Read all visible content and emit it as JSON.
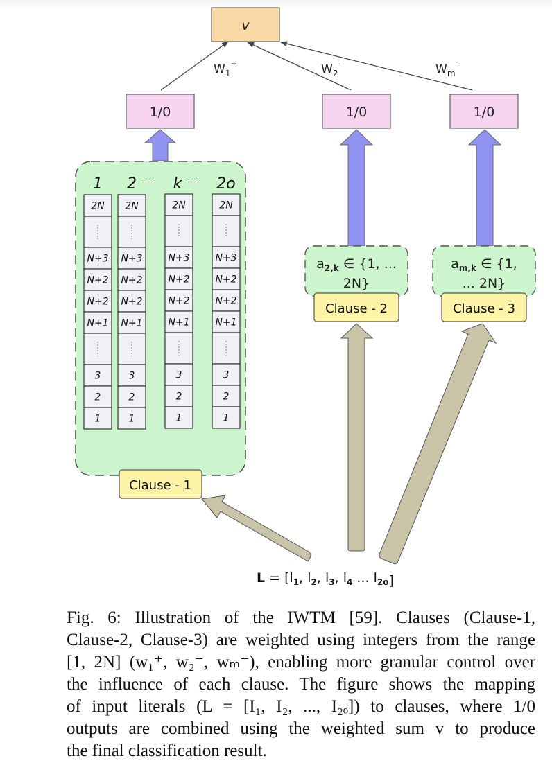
{
  "figure": {
    "sum_node": {
      "label": "v"
    },
    "weights": [
      {
        "base": "W",
        "sub": "1",
        "sup": "+"
      },
      {
        "base": "W",
        "sub": "2",
        "sup": "-"
      },
      {
        "base": "W",
        "sub": "m",
        "sup": "-"
      }
    ],
    "outputs": [
      "1/0",
      "1/0",
      "1/0"
    ],
    "clause1": {
      "column_headers": [
        "1",
        "2",
        "----",
        "k",
        "----",
        "2o"
      ],
      "columns": [
        [
          "2N",
          "¦",
          "N+3",
          "N+2",
          "N+2",
          "N+1",
          "¦",
          "3",
          "2",
          "1"
        ],
        [
          "2N",
          "¦",
          "N+3",
          "N+2",
          "N+2",
          "N+1",
          "¦",
          "3",
          "2",
          "1"
        ],
        [
          "2N",
          "¦",
          "N+3",
          "N+2",
          "N+2",
          "N+1",
          "¦",
          "3",
          "2",
          "1"
        ],
        [
          "2N",
          "¦",
          "N+3",
          "N+2",
          "N+2",
          "N+1",
          "¦",
          "3",
          "2",
          "1"
        ]
      ],
      "label": "Clause - 1"
    },
    "clause2": {
      "state_main": "a",
      "state_sub": "2,k",
      "state_line1_rest": " ∈ {1, ...",
      "state_line2": "2N}",
      "label": "Clause - 2"
    },
    "clause3": {
      "state_main": "a",
      "state_sub": "m,k",
      "state_line1_rest": " ∈ {1,",
      "state_line2": "... 2N}",
      "label": "Clause - 3"
    },
    "input": {
      "prefix": "L",
      "eq": " = [",
      "items": [
        {
          "base": "l",
          "sub": "1",
          "sep": ", "
        },
        {
          "base": "l",
          "sub": "2",
          "sep": ", "
        },
        {
          "base": "l",
          "sub": "3",
          "sep": ", "
        },
        {
          "base": "l",
          "sub": "4",
          "sep": " ... "
        },
        {
          "base": "l",
          "sub": "2o",
          "sep": ""
        }
      ],
      "close": "]"
    },
    "colors": {
      "sum_fill": "#fad9a6",
      "output_fill": "#f7d5f0",
      "clause_fill": "#cdf5cd",
      "label_fill": "#fdf4a8",
      "cell_fill": "#f0f1f4",
      "up_arrow": "#9193f2",
      "input_arrow": "#c9c3a7",
      "stroke": "#4a4a4a"
    }
  },
  "caption": {
    "lines": [
      "Fig. 6: Illustration of the IWTM [59]. Clauses (Clause-1,",
      "Clause-2, Clause-3) are weighted using integers from the range",
      "[1, 2N] (w₁⁺, w₂⁻, wₘ⁻), enabling more granular control over",
      "the influence of each clause. The figure shows the mapping",
      "of input literals (L = [I₁, I₂, ..., I₂ₒ]) to clauses, where 1/0",
      "outputs are combined using the weighted sum v to produce",
      "the final classification result."
    ]
  }
}
